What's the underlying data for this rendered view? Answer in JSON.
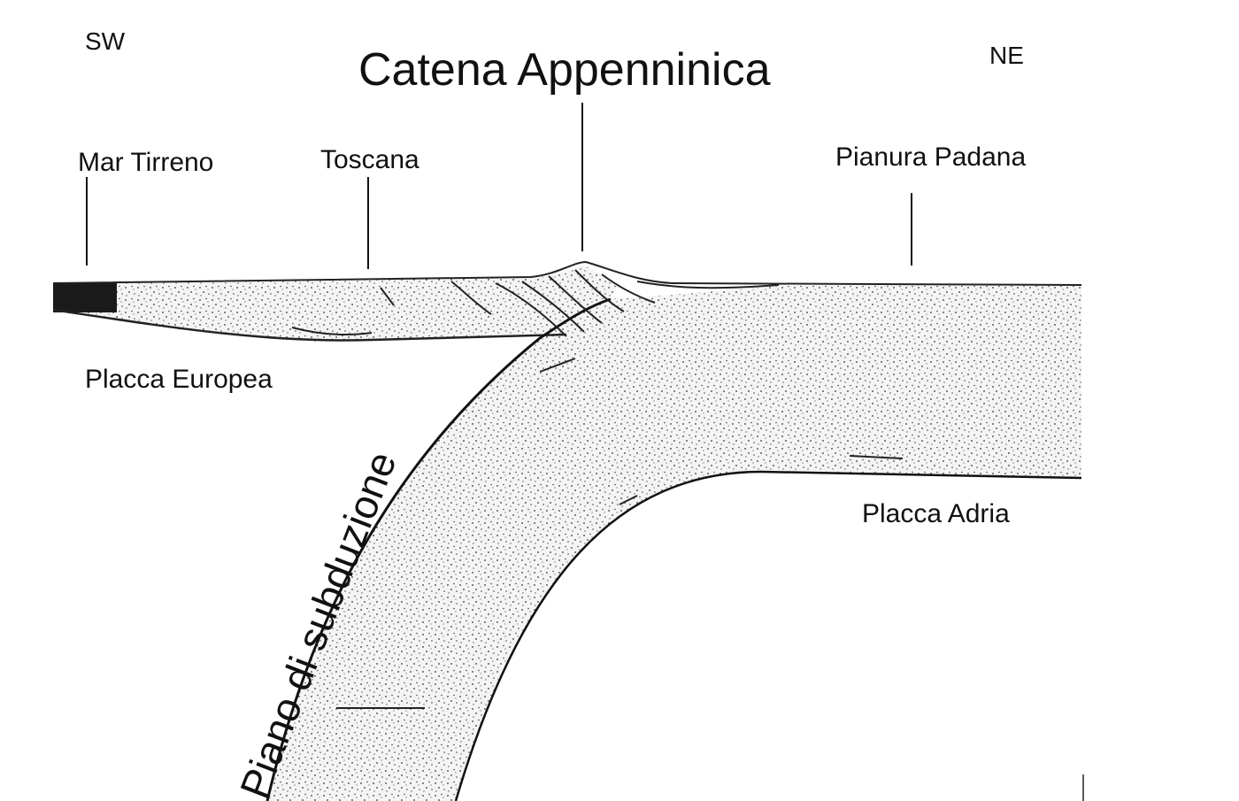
{
  "title": "Catena Appenninica",
  "directions": {
    "left": "SW",
    "right": "NE"
  },
  "locations": {
    "mar_tirreno": "Mar Tirreno",
    "toscana": "Toscana",
    "pianura_padana": "Pianura Padana"
  },
  "plates": {
    "european": "Placca Europea",
    "adria": "Placca Adria"
  },
  "subduction_plane": "Piano di subduzione",
  "colors": {
    "ink": "#111111",
    "fill": "#f2f2f2",
    "dark_block": "#1a1a1a"
  }
}
